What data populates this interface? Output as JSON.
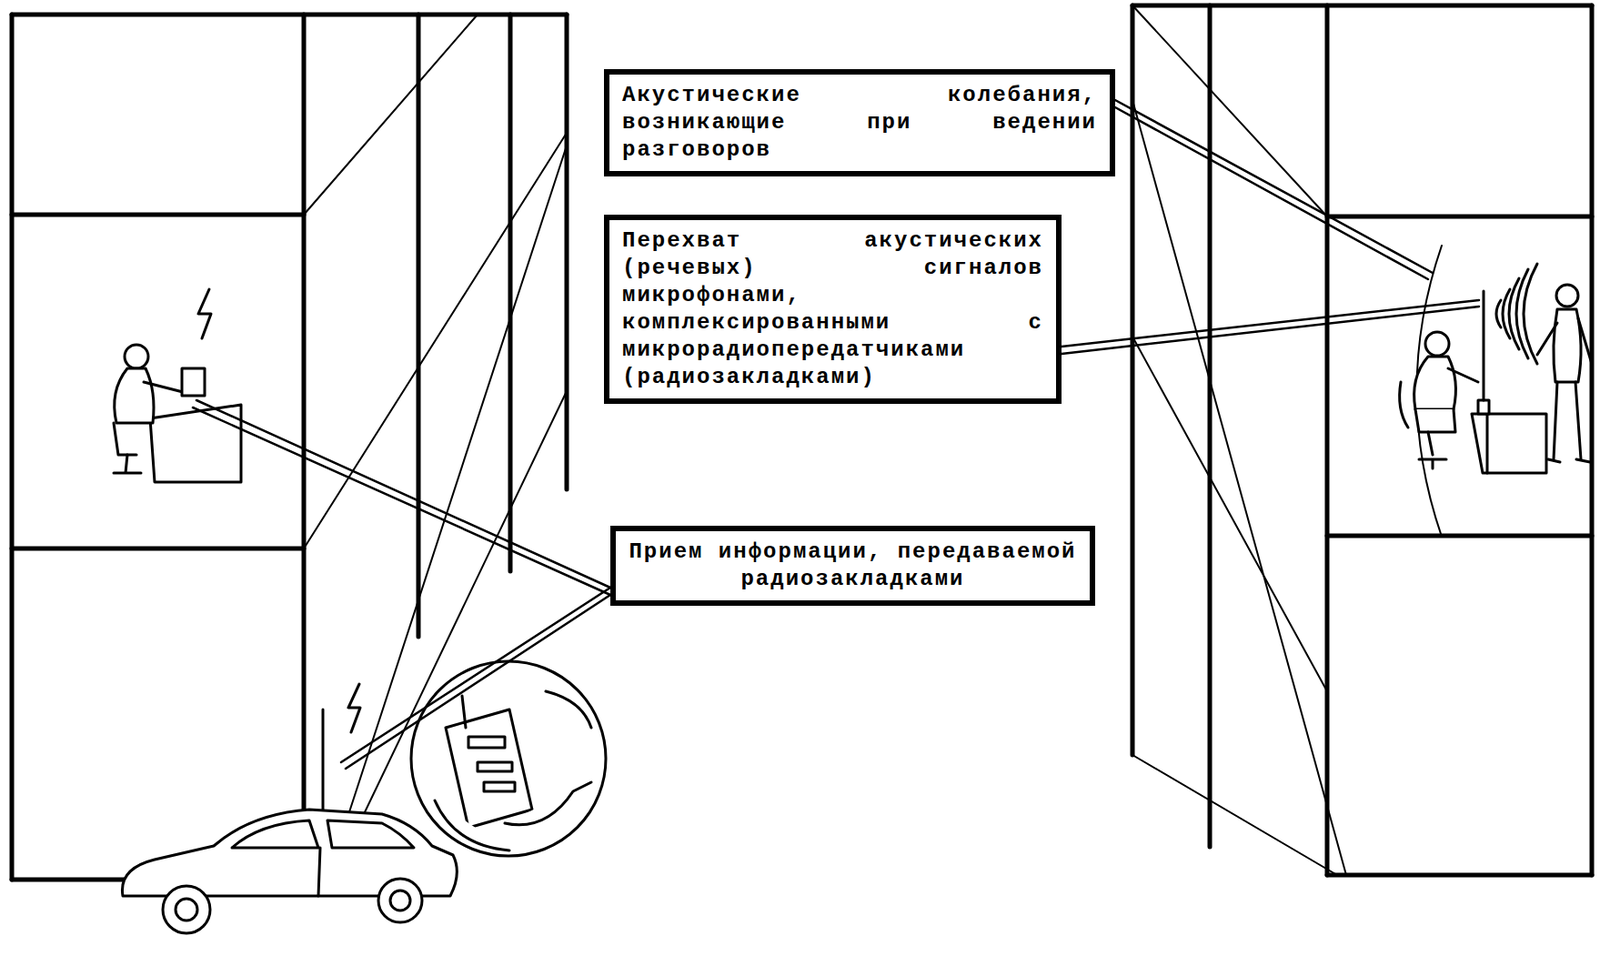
{
  "diagram": {
    "nodes": [
      {
        "text": [
          "Акустические колебания, возникающие при ведении разговоров"
        ]
      },
      {
        "text": [
          "Перехват акустических (речевых) сигналов микрофонами, комплексированными с микрорадиопередатчиками (радиозакладками)"
        ]
      },
      {
        "text": [
          "Прием информации, передаваемой радиозакладками"
        ]
      }
    ]
  }
}
